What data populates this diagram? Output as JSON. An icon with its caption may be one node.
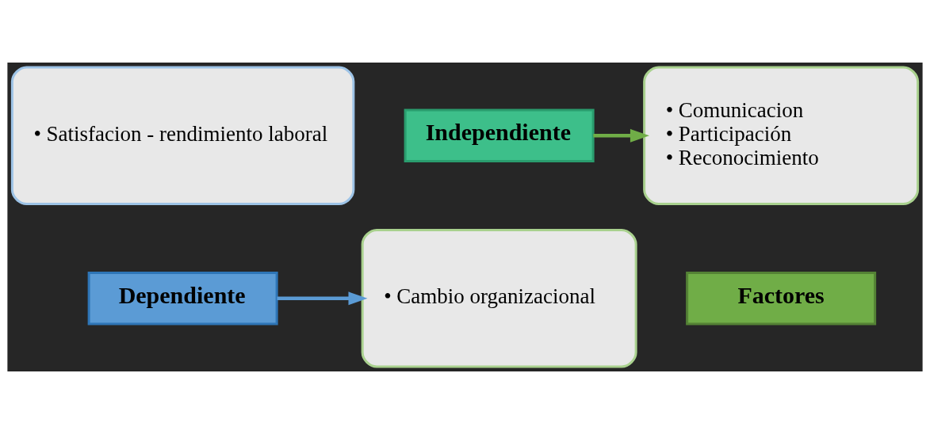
{
  "diagram": {
    "nodes": [
      {
        "text": [
          "• Satisfacion - rendimiento laboral"
        ]
      },
      {
        "text": [
          "Dependiente"
        ]
      },
      {
        "text": [
          "• Cambio organizacional"
        ]
      },
      {
        "text": [
          "Independiente"
        ]
      },
      {
        "text": [
          "• Comunicacion",
          "• Participación",
          "• Reconocimiento"
        ]
      },
      {
        "text": [
          "Factores"
        ]
      }
    ],
    "edges": [
      {
        "from": 1,
        "to": 2,
        "arrow": "to",
        "color": "#5b9bd5"
      },
      {
        "from": 3,
        "to": 4,
        "arrow": "to",
        "color": "#70ad47"
      }
    ]
  }
}
